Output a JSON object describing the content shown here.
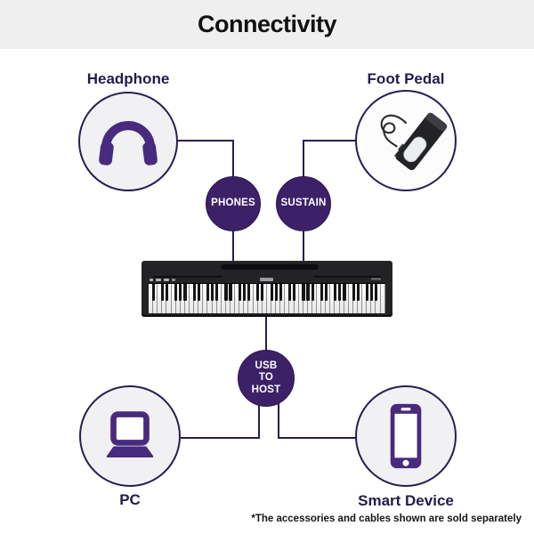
{
  "header": {
    "title": "Connectivity"
  },
  "nodes": {
    "headphone": {
      "label": "Headphone"
    },
    "foot_pedal": {
      "label": "Foot Pedal"
    },
    "pc": {
      "label": "PC"
    },
    "smart_device": {
      "label": "Smart Device"
    }
  },
  "ports": {
    "phones": {
      "label": "PHONES"
    },
    "sustain": {
      "label": "SUSTAIN"
    },
    "usb_to_host": {
      "lines": [
        "USB",
        "TO",
        "HOST"
      ]
    }
  },
  "footnote": "*The accessories and cables shown are sold separately",
  "colors": {
    "header_bg": "#efefef",
    "badge_purple": "#3d2168",
    "icon_purple": "#482a7e",
    "connector_line": "#2b1c52",
    "label_text": "#241a4b",
    "title_text": "#111111",
    "node_fill": "#f1f0f3"
  }
}
